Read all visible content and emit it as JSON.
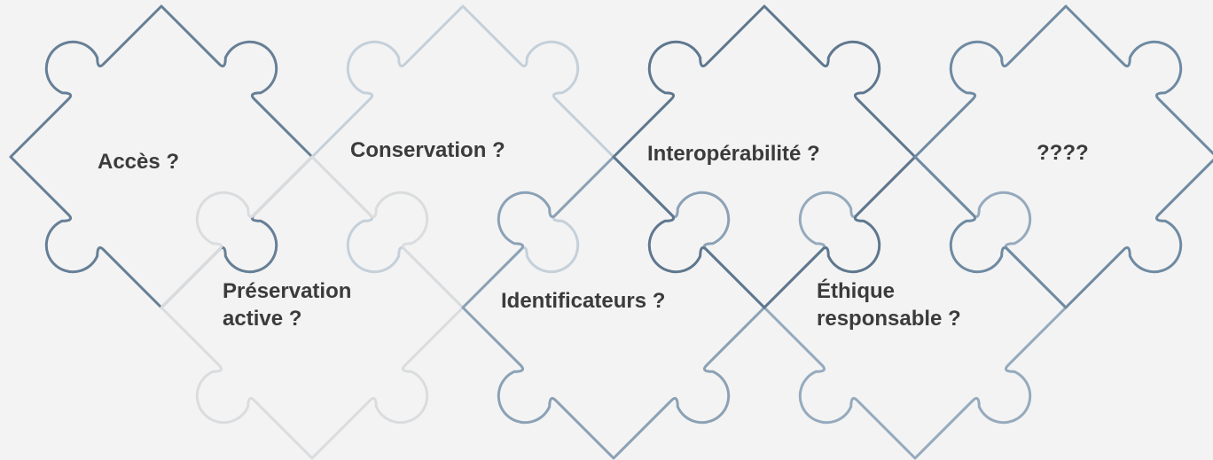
{
  "pieces": [
    {
      "label": "Accès ?",
      "color": "#667f96"
    },
    {
      "label": "Conservation ?",
      "color": "#c4d0da"
    },
    {
      "label": "Interopérabilité ?",
      "color": "#5e778e"
    },
    {
      "label": "????",
      "color": "#6f8aa2"
    },
    {
      "label": "Préservation\nactive ?",
      "color": "#dadcde"
    },
    {
      "label": "Identificateurs ?",
      "color": "#8ba1b5"
    },
    {
      "label": "Éthique\nresponsable ?",
      "color": "#95aabd"
    }
  ]
}
